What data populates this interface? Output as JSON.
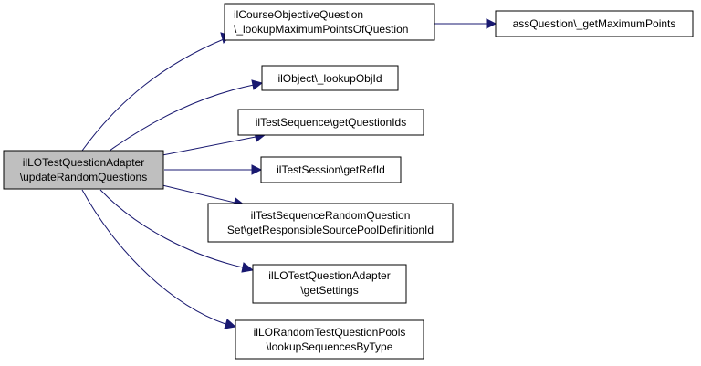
{
  "colors": {
    "edge": "#191970",
    "root_fill": "#bfbfbf",
    "node_fill": "#ffffff",
    "border": "#000000"
  },
  "nodes": {
    "root": {
      "line1": "ilLOTestQuestionAdapter",
      "line2": "\\updateRandomQuestions"
    },
    "course_objective": {
      "line1": "ilCourseObjectiveQuestion",
      "line2": "\\_lookupMaximumPointsOfQuestion"
    },
    "ass_question": {
      "line1": "assQuestion\\_getMaximumPoints"
    },
    "il_object": {
      "line1": "ilObject\\_lookupObjId"
    },
    "test_sequence": {
      "line1": "ilTestSequence\\getQuestionIds"
    },
    "test_session": {
      "line1": "ilTestSession\\getRefId"
    },
    "random_question_set": {
      "line1": "ilTestSequenceRandomQuestion",
      "line2": "Set\\getResponsibleSourcePoolDefinitionId"
    },
    "lo_adapter_settings": {
      "line1": "ilLOTestQuestionAdapter",
      "line2": "\\getSettings"
    },
    "lo_random_pools": {
      "line1": "ilLORandomTestQuestionPools",
      "line2": "\\lookupSequencesByType"
    }
  }
}
